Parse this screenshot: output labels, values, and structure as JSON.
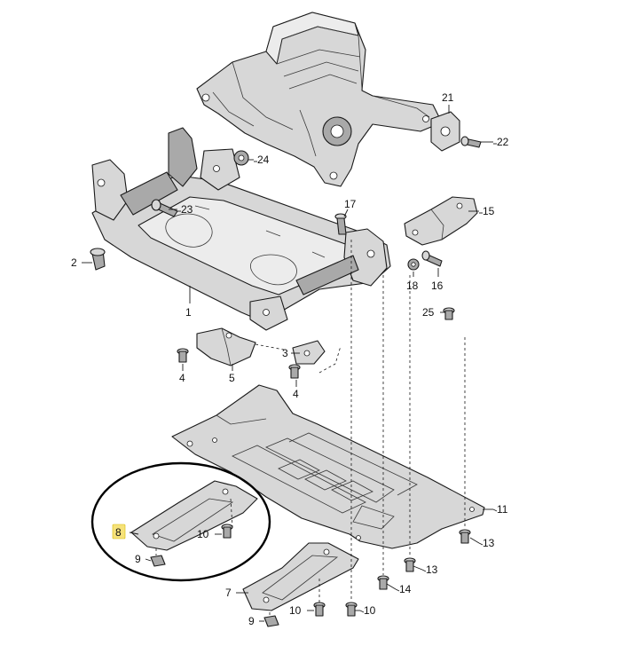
{
  "callouts": {
    "c1": "1",
    "c2": "2",
    "c3": "3",
    "c4a": "4",
    "c4b": "4",
    "c5": "5",
    "c7": "7",
    "c8": "8",
    "c9a": "9",
    "c9b": "9",
    "c10a": "10",
    "c10b": "10",
    "c10c": "10",
    "c11": "11",
    "c13a": "13",
    "c13b": "13",
    "c14": "14",
    "c15": "15",
    "c16": "16",
    "c17": "17",
    "c18": "18",
    "c21": "21",
    "c22": "22",
    "c23": "23",
    "c24": "24",
    "c25": "25"
  },
  "highlight": {
    "part": "8",
    "color": "#f6e27a"
  },
  "focus_ring": {
    "part": "8",
    "color": "#000000"
  }
}
